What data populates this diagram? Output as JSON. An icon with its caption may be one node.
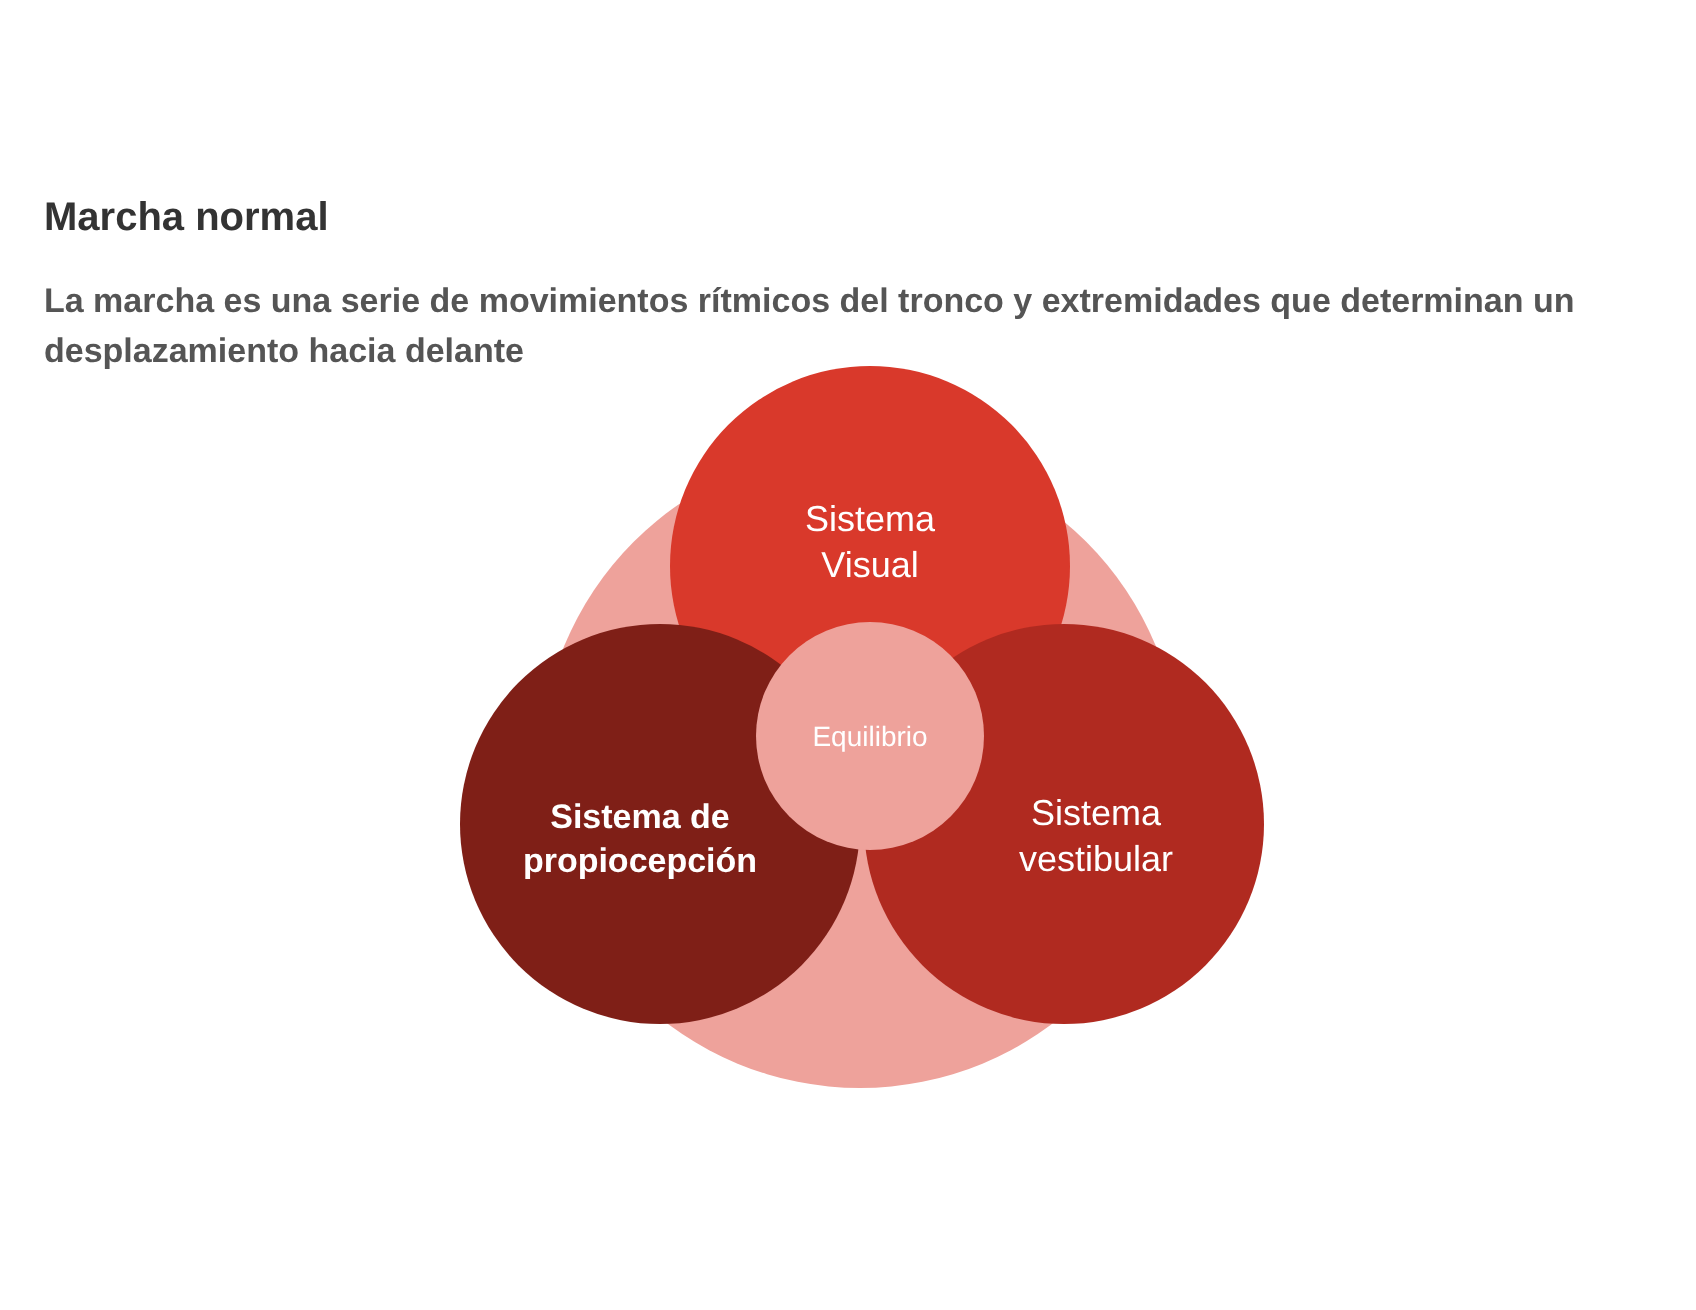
{
  "diagram": {
    "title": "Marcha normal",
    "nodes": [
      {
        "text": [
          "Sistema Visual"
        ]
      },
      {
        "text": [
          "Sistema de propiocepción"
        ]
      },
      {
        "text": [
          "Equilibrio"
        ]
      },
      {
        "text": [
          "Sistema vestibular"
        ]
      }
    ],
    "edges": [],
    "labels": [
      "La marcha es una serie de movimientos rítmicos del tronco y extremidades que determinan un desplazamiento hacia delante"
    ]
  }
}
